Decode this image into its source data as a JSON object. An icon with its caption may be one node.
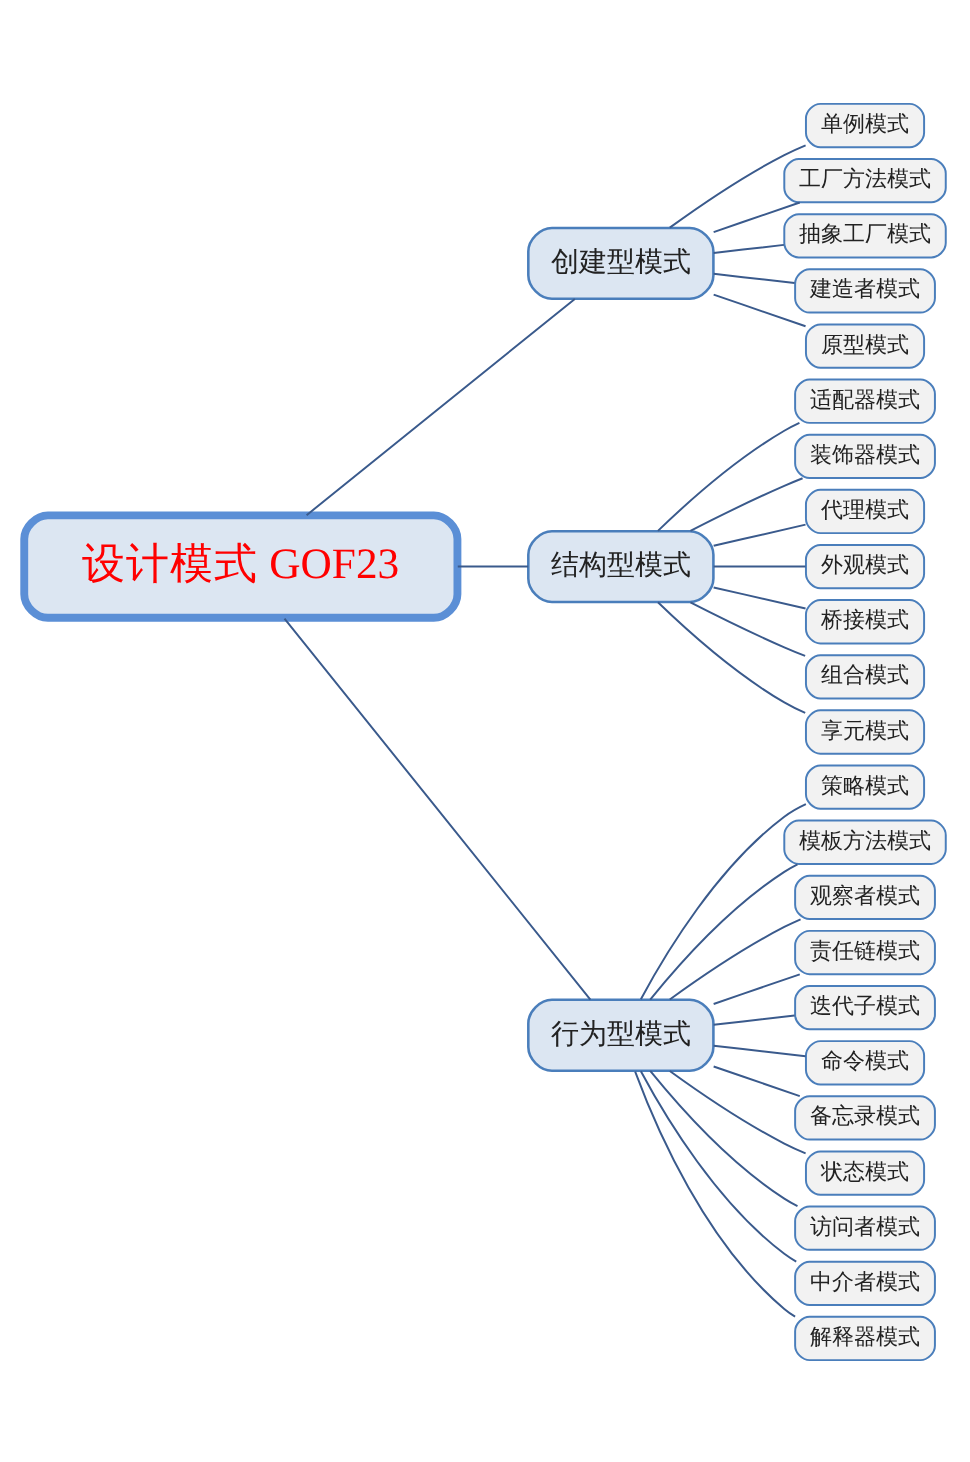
{
  "diagram": {
    "nodes": [
      {
        "text": [
          "设计模式 GOF23"
        ]
      },
      {
        "text": [
          "创建型模式"
        ]
      },
      {
        "text": [
          "单例模式"
        ]
      },
      {
        "text": [
          "工厂方法模式"
        ]
      },
      {
        "text": [
          "抽象工厂模式"
        ]
      },
      {
        "text": [
          "建造者模式"
        ]
      },
      {
        "text": [
          "原型模式"
        ]
      },
      {
        "text": [
          "结构型模式"
        ]
      },
      {
        "text": [
          "适配器模式"
        ]
      },
      {
        "text": [
          "装饰器模式"
        ]
      },
      {
        "text": [
          "代理模式"
        ]
      },
      {
        "text": [
          "外观模式"
        ]
      },
      {
        "text": [
          "桥接模式"
        ]
      },
      {
        "text": [
          "组合模式"
        ]
      },
      {
        "text": [
          "享元模式"
        ]
      },
      {
        "text": [
          "行为型模式"
        ]
      },
      {
        "text": [
          "策略模式"
        ]
      },
      {
        "text": [
          "模板方法模式"
        ]
      },
      {
        "text": [
          "观察者模式"
        ]
      },
      {
        "text": [
          "责任链模式"
        ]
      },
      {
        "text": [
          "迭代子模式"
        ]
      },
      {
        "text": [
          "命令模式"
        ]
      },
      {
        "text": [
          "备忘录模式"
        ]
      },
      {
        "text": [
          "状态模式"
        ]
      },
      {
        "text": [
          "访问者模式"
        ]
      },
      {
        "text": [
          "中介者模式"
        ]
      },
      {
        "text": [
          "解释器模式"
        ]
      }
    ],
    "edges": [
      {
        "from": 0,
        "to": 1,
        "arrow": "none"
      },
      {
        "from": 0,
        "to": 7,
        "arrow": "none"
      },
      {
        "from": 0,
        "to": 15,
        "arrow": "none"
      },
      {
        "from": 1,
        "to": 2,
        "arrow": "none"
      },
      {
        "from": 1,
        "to": 3,
        "arrow": "none"
      },
      {
        "from": 1,
        "to": 4,
        "arrow": "none"
      },
      {
        "from": 1,
        "to": 5,
        "arrow": "none"
      },
      {
        "from": 1,
        "to": 6,
        "arrow": "none"
      },
      {
        "from": 7,
        "to": 8,
        "arrow": "none"
      },
      {
        "from": 7,
        "to": 9,
        "arrow": "none"
      },
      {
        "from": 7,
        "to": 10,
        "arrow": "none"
      },
      {
        "from": 7,
        "to": 11,
        "arrow": "none"
      },
      {
        "from": 7,
        "to": 12,
        "arrow": "none"
      },
      {
        "from": 7,
        "to": 13,
        "arrow": "none"
      },
      {
        "from": 7,
        "to": 14,
        "arrow": "none"
      },
      {
        "from": 15,
        "to": 16,
        "arrow": "none"
      },
      {
        "from": 15,
        "to": 17,
        "arrow": "none"
      },
      {
        "from": 15,
        "to": 18,
        "arrow": "none"
      },
      {
        "from": 15,
        "to": 19,
        "arrow": "none"
      },
      {
        "from": 15,
        "to": 20,
        "arrow": "none"
      },
      {
        "from": 15,
        "to": 21,
        "arrow": "none"
      },
      {
        "from": 15,
        "to": 22,
        "arrow": "none"
      },
      {
        "from": 15,
        "to": 23,
        "arrow": "none"
      },
      {
        "from": 15,
        "to": 24,
        "arrow": "none"
      },
      {
        "from": 15,
        "to": 25,
        "arrow": "none"
      },
      {
        "from": 15,
        "to": 26,
        "arrow": "none"
      }
    ]
  }
}
